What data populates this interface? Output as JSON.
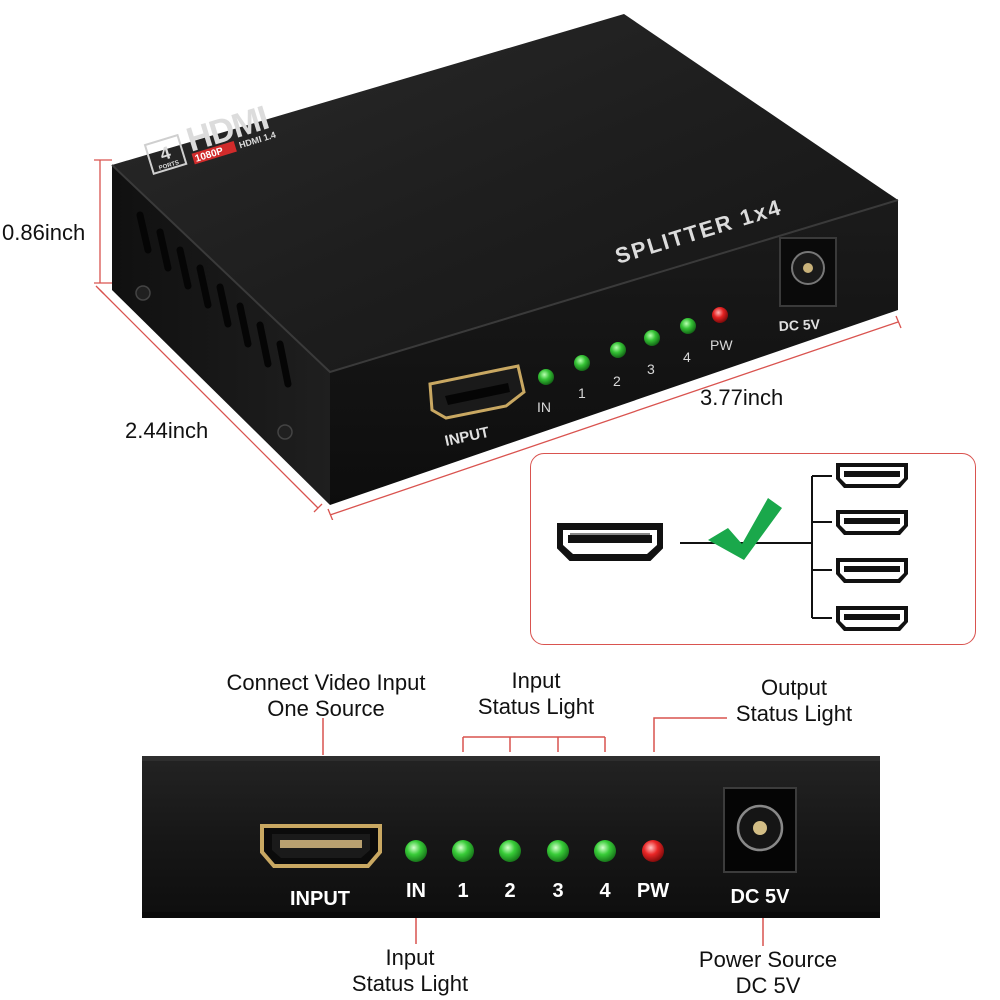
{
  "device": {
    "brand_badge": "4",
    "brand_badge_sub": "PORTS",
    "brand_logo": "HDMI",
    "brand_resolution": "1080P",
    "brand_version": "HDMI 1.4",
    "model": "SPLITTER 1x4",
    "power_jack_label": "DC 5V",
    "input_port_label": "INPUT",
    "led_labels": [
      "IN",
      "1",
      "2",
      "3",
      "4",
      "PW"
    ],
    "led_colors": [
      "#2fbf2f",
      "#2fbf2f",
      "#2fbf2f",
      "#2fbf2f",
      "#2fbf2f",
      "#e02020"
    ]
  },
  "dimensions": {
    "height": "0.86inch",
    "depth": "2.44inch",
    "width": "3.77inch"
  },
  "diagram": {
    "outputs": 4,
    "check_color": "#1aa84b",
    "border_color": "#d9534f"
  },
  "callouts": {
    "connect_input_line1": "Connect Video Input",
    "connect_input_line2": "One Source",
    "input_status_top_line1": "Input",
    "input_status_top_line2": "Status Light",
    "output_status_line1": "Output",
    "output_status_line2": "Status Light",
    "input_status_bottom_line1": "Input",
    "input_status_bottom_line2": "Status Light",
    "power_line1": "Power Source",
    "power_line2": "DC 5V"
  },
  "front_panel": {
    "input_label": "INPUT",
    "led_labels": [
      "IN",
      "1",
      "2",
      "3",
      "4",
      "PW"
    ],
    "power_label": "DC 5V"
  }
}
